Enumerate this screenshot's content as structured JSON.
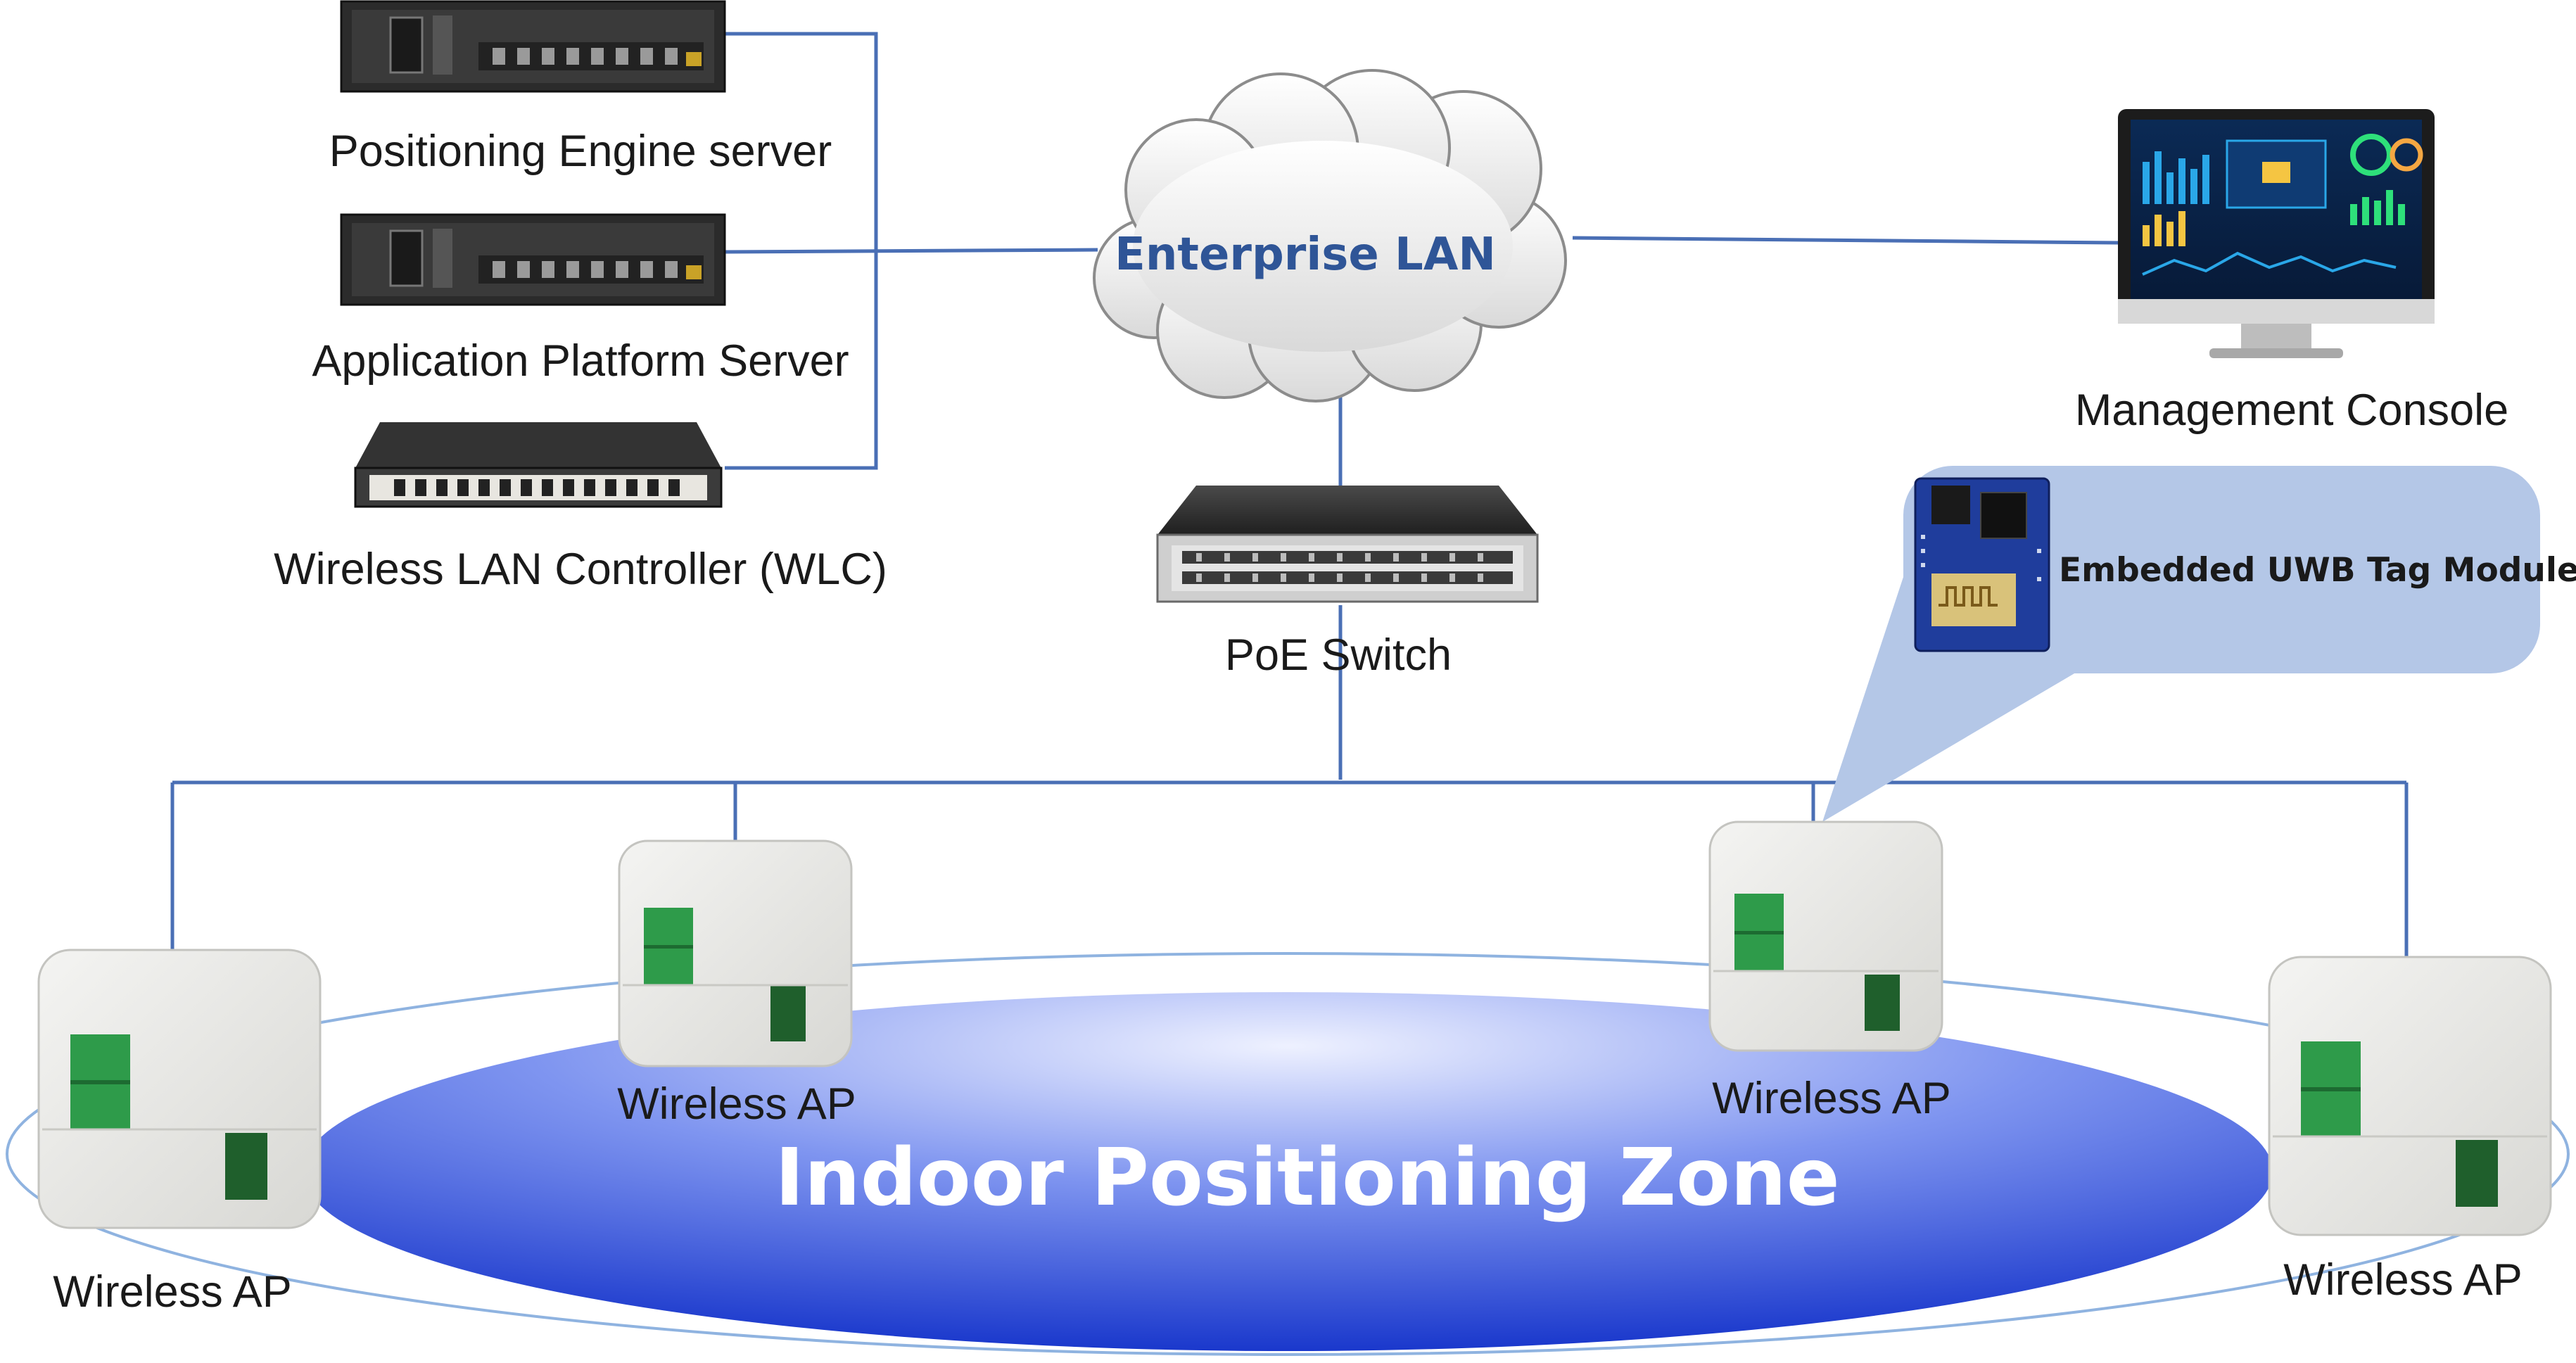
{
  "labels": {
    "positioning_engine": "Positioning Engine server",
    "application_platform": "Application Platform Server",
    "wlc": "Wireless LAN Controller (WLC)",
    "enterprise_lan": "Enterprise LAN",
    "management_console": "Management Console",
    "poe_switch": "PoE Switch",
    "uwb_module": "Embedded UWB Tag Module",
    "zone": "Indoor Positioning Zone",
    "ap_far_left": "Wireless AP",
    "ap_center_left": "Wireless AP",
    "ap_center_right": "Wireless AP",
    "ap_far_right": "Wireless AP"
  },
  "colors": {
    "link_line": "#4a6fb5",
    "zone_fill_dark": "#1e3fd1",
    "zone_fill_light": "#e6ebff",
    "callout_fill": "#b4c7e7",
    "lan_text": "#2f5597",
    "server_body": "#2b2b2b",
    "ap_body": "#ececea",
    "ap_port": "#2e9b4a"
  },
  "icons": [
    "server-icon",
    "rack-switch-icon",
    "cloud-icon",
    "monitor-icon",
    "uwb-board-icon",
    "access-point-icon"
  ]
}
